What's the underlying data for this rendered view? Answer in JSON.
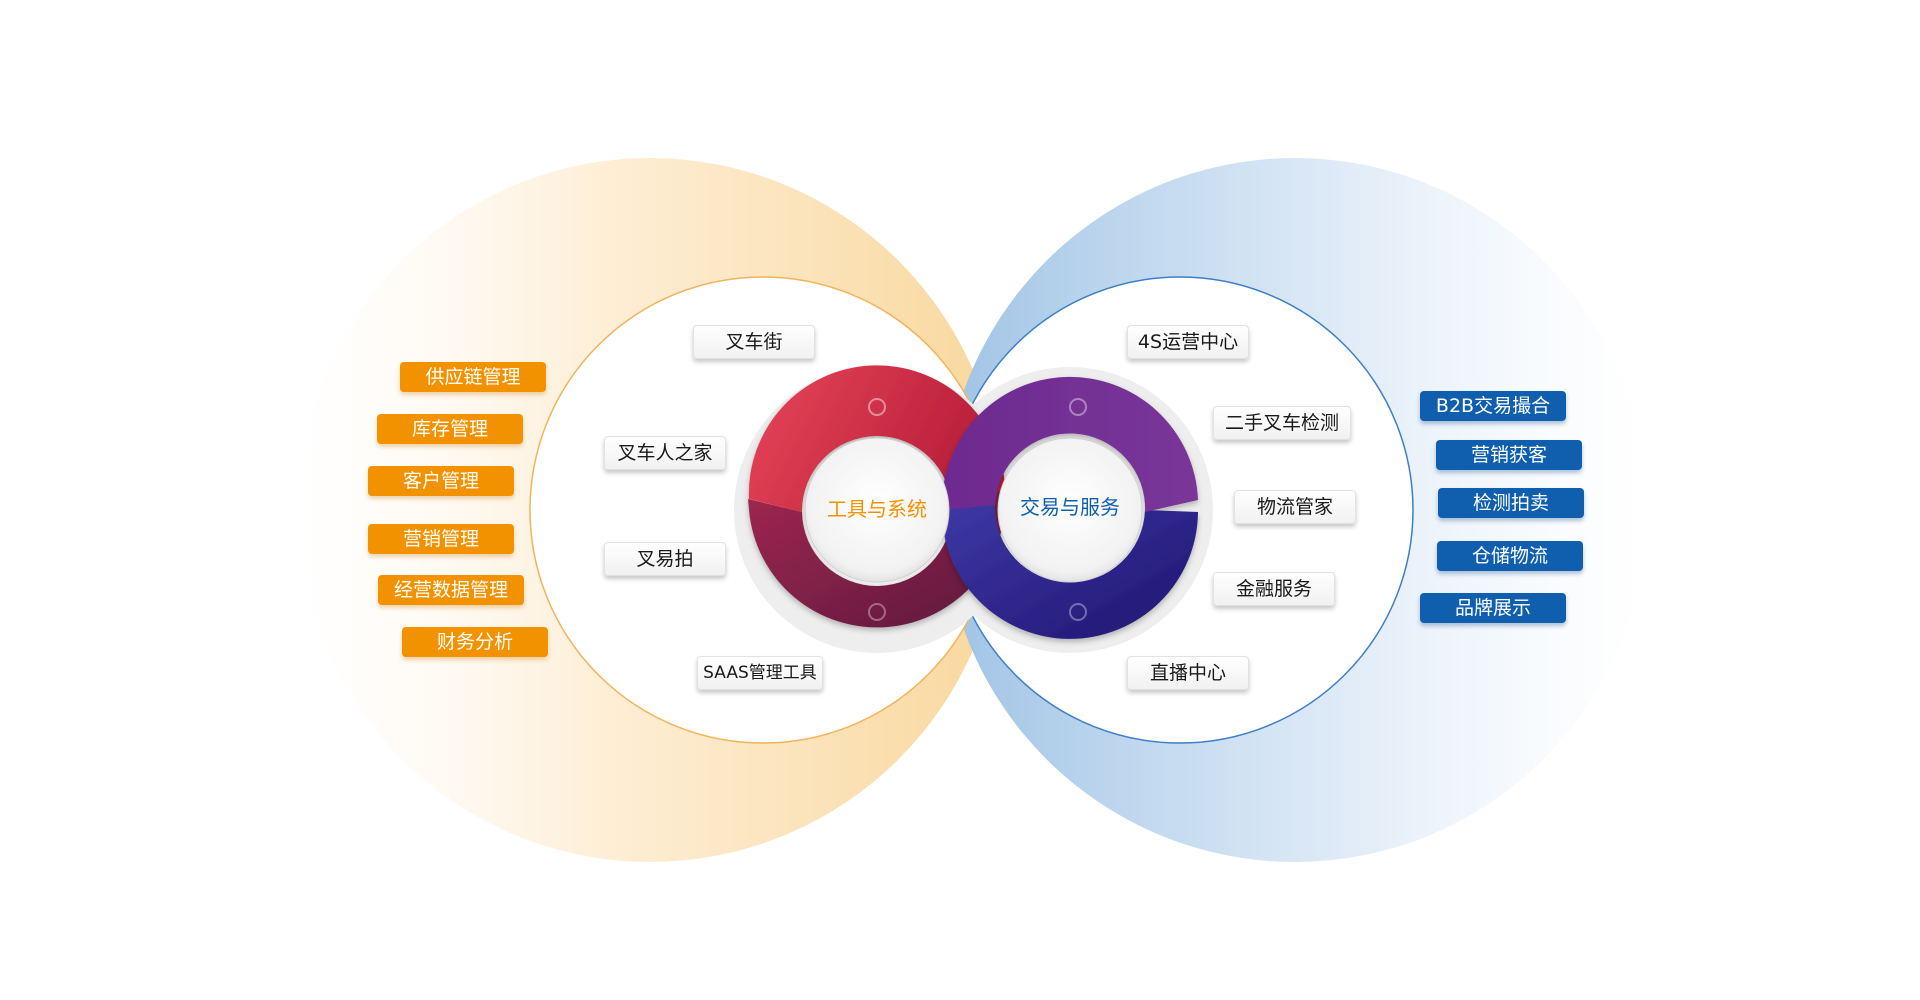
{
  "left_hub": {
    "label": "工具与系统",
    "color": "#f39200"
  },
  "right_hub": {
    "label": "交易与服务",
    "color": "#0f5fae"
  },
  "left_tags": [
    "供应链管理",
    "库存管理",
    "客户管理",
    "营销管理",
    "经营数据管理",
    "财务分析"
  ],
  "right_tags": [
    "B2B交易撮合",
    "营销获客",
    "检测拍卖",
    "仓储物流",
    "品牌展示"
  ],
  "left_products": [
    "叉车街",
    "叉车人之家",
    "叉易拍",
    "SAAS管理工具"
  ],
  "right_services": [
    "4S运营中心",
    "二手叉车检测",
    "物流管家",
    "金融服务",
    "直播中心"
  ],
  "colors": {
    "orange": "#f39200",
    "blue": "#0f5fae",
    "ring_red": "#c8233f",
    "ring_purple": "#4a2b8e"
  }
}
